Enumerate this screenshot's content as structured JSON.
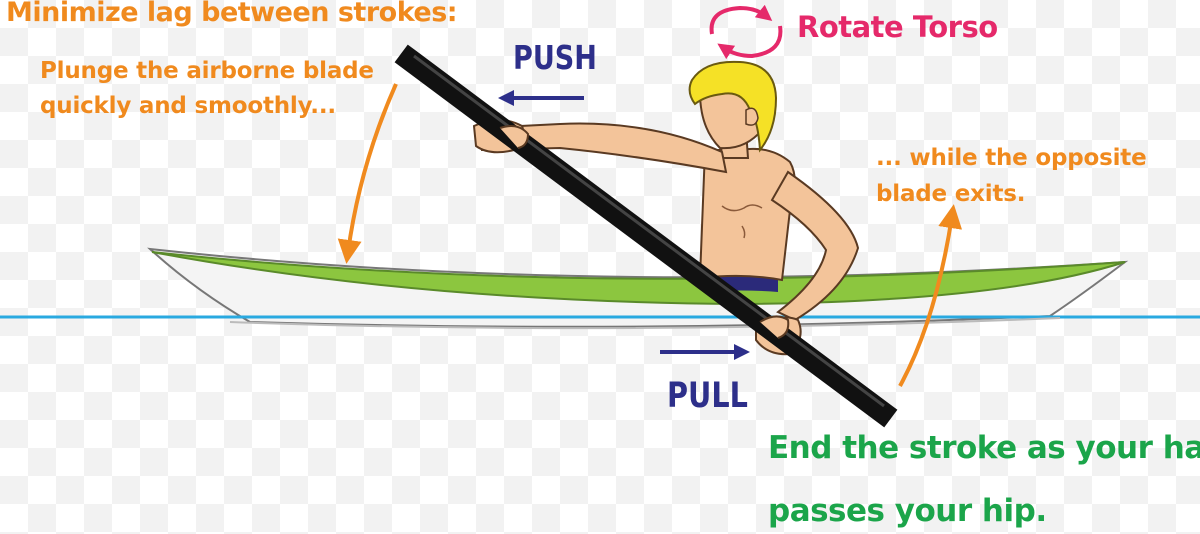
{
  "texts": {
    "heading": "Minimize lag between strokes:",
    "plunge_line1": "Plunge the airborne blade",
    "plunge_line2": "quickly and smoothly...",
    "rotate": "Rotate Torso",
    "push": "PUSH",
    "pull": "PULL",
    "exits_line1": "... while the opposite",
    "exits_line2": "blade exits.",
    "end_line1": "End the stroke as your hand",
    "end_line2": "passes your hip."
  },
  "colors": {
    "orange": "#f08a1e",
    "pink": "#e5296a",
    "navy": "#2d2f8a",
    "green_text": "#1ba54a",
    "kayak_deck": "#8cc63f",
    "water_line": "#29a9e0",
    "skin": "#f3c49a",
    "hair": "#f5e126",
    "paddle": "#1a1a1a"
  }
}
